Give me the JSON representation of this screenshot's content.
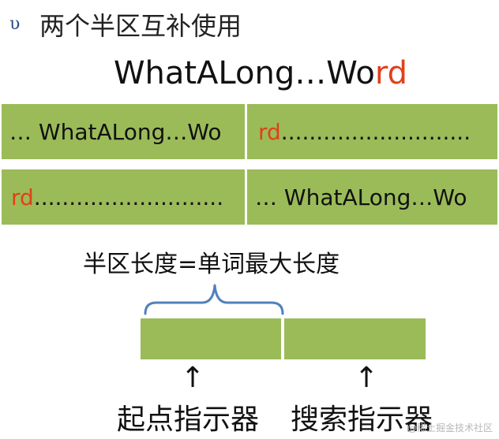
{
  "heading": {
    "bullet": "υ",
    "text": "两个半区互补使用"
  },
  "word": {
    "prefix": "WhatALong…Wo",
    "suffix": "rd"
  },
  "buffer_row1": {
    "left": "… WhatALong…Wo",
    "right_red": "rd",
    "right_dots": "..........................."
  },
  "buffer_row2": {
    "left_red": "rd",
    "left_dots": "...........................",
    "right": "… WhatALong…Wo"
  },
  "half_length_label": "半区长度=单词最大长度",
  "start_pointer": {
    "arrow": "↑",
    "label": "起点指示器"
  },
  "search_pointer": {
    "arrow": "↑",
    "label": "搜索指示器"
  },
  "watermark": "@稀土掘金技术社区",
  "colors": {
    "bar": "#9bbb59",
    "highlight": "#e0401a",
    "brace": "#4f81bd"
  }
}
